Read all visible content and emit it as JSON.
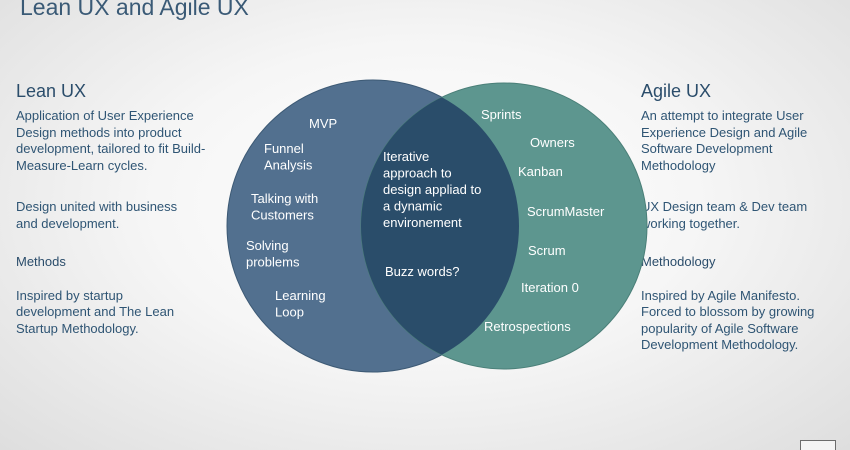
{
  "title": "Lean UX and Agile UX",
  "left": {
    "heading": "Lean UX",
    "p1": [
      "Application of User Experience",
      "Design methods into product",
      "development, tailored to fit Build-",
      "Measure-Learn cycles."
    ],
    "p2": [
      "Design united with business",
      "and development."
    ],
    "subheading": "Methods",
    "p3": [
      "Inspired by startup",
      "development and The Lean",
      "Startup Methodology."
    ]
  },
  "right": {
    "heading": "Agile UX",
    "p1": [
      "An attempt to integrate User",
      "Experience Design  and Agile",
      "Software Development",
      "Methodology"
    ],
    "p2": [
      "UX Design team & Dev team",
      "working together."
    ],
    "subheading": "Methodology",
    "p3": [
      "Inspired by Agile Manifesto.",
      "Forced to blossom by growing",
      "popularity of Agile Software",
      "Development Methodology."
    ]
  },
  "venn": {
    "colors": {
      "lean": "#52708f",
      "agile": "#5d968f",
      "overlap": "#2a4d6a"
    },
    "lean_items": [
      [
        "MVP"
      ],
      [
        "Funnel",
        "Analysis"
      ],
      [
        "Talking with",
        "Customers"
      ],
      [
        "Solving",
        "problems"
      ],
      [
        "Learning",
        "Loop"
      ]
    ],
    "overlap_items": [
      [
        "Iterative",
        "approach to",
        "design appliad to",
        "a dynamic",
        "environement"
      ],
      [
        "Buzz words?"
      ]
    ],
    "agile_items": [
      [
        "Sprints"
      ],
      [
        "Owners"
      ],
      [
        "Kanban"
      ],
      [
        "ScrumMaster"
      ],
      [
        "Scrum"
      ],
      [
        "Iteration 0"
      ],
      [
        "Retrospections"
      ]
    ]
  }
}
